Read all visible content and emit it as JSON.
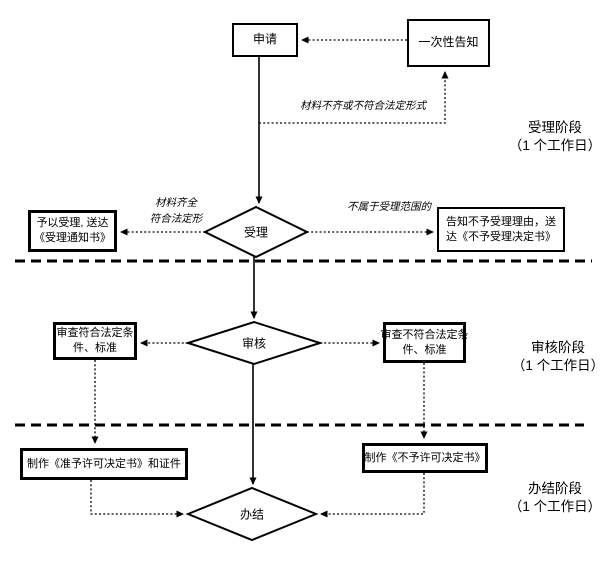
{
  "flowchart": {
    "nodes": {
      "apply": "申请",
      "one_time_notice": "一次性告知",
      "accept": "受理",
      "review": "审核",
      "finish": "办结",
      "accept_yes": {
        "line1": "予以受理, 送达",
        "line2": "《受理通知书》"
      },
      "accept_no": {
        "line1": "告知不予受理理由，送",
        "line2": "达《不予受理决定书》"
      },
      "review_pass": {
        "line1": "审查符合法定条",
        "line2": "件、标准"
      },
      "review_fail": {
        "line1": "审查不符合法定条",
        "line2": "件、标准"
      },
      "make_permit": "制作《准予许可决定书》和证件",
      "make_denial": "制作《不予许可决定书》"
    },
    "edge_labels": {
      "materials_incomplete": "材料不齐或不符合法定形式",
      "materials_complete": {
        "line1": "材料齐全",
        "line2": "符合法定形"
      },
      "out_of_scope": "不属于受理范围的"
    },
    "stages": [
      {
        "name": "受理阶段",
        "duration": "（1 个工作日）"
      },
      {
        "name": "审核阶段",
        "duration": "（1 个工作日）"
      },
      {
        "name": "办结阶段",
        "duration": "（1 个工作日）"
      }
    ],
    "colors": {
      "line": "#000000",
      "background": "#ffffff",
      "text": "#000000"
    }
  }
}
